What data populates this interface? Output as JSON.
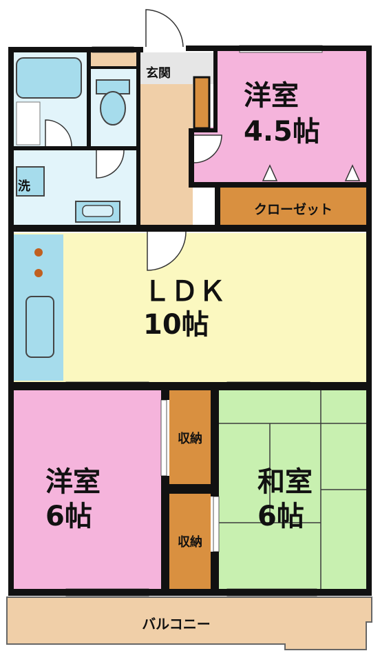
{
  "rooms": {
    "western_small": {
      "line1": "洋室",
      "line2": "4.5帖"
    },
    "closet": {
      "label": "クローゼット"
    },
    "ldk": {
      "line1": "ＬＤＫ",
      "line2": "10帖"
    },
    "western_large": {
      "line1": "洋室",
      "line2": "6帖"
    },
    "storage_upper": {
      "label": "収納"
    },
    "storage_lower": {
      "label": "収納"
    },
    "japanese": {
      "line1": "和室",
      "line2": "6帖"
    },
    "balcony": {
      "label": "バルコニー"
    },
    "entrance": {
      "label": "玄関"
    },
    "laundry": {
      "label": "洗"
    }
  },
  "colors": {
    "western": "#f5b4dc",
    "ldk": "#fbf8c0",
    "japanese": "#c8f0b0",
    "storage": "#d99040",
    "wet_area": "#e2f4fa",
    "fixture": "#a6dcec",
    "hall": "#f0cfa8",
    "balcony": "#f0cfa8",
    "wall": "#111111"
  }
}
